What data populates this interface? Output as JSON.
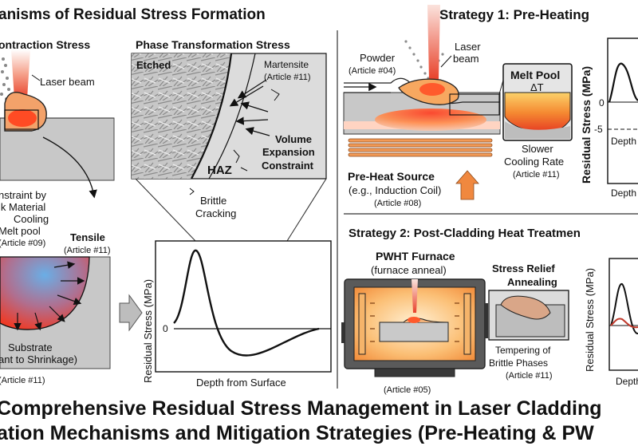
{
  "left_panel": {
    "title": "anisms of Residual Stress Formation",
    "thermal": {
      "subtitle": "ontraction Stress",
      "laser_label": "Laser beam",
      "constraint_lines": [
        "nstraint by",
        "lk Material",
        "Cooling",
        "Melt pool"
      ],
      "constraint_ref": "(Article #09)",
      "tensile_label": "Tensile",
      "tensile_ref": "(Article #11)",
      "substrate_lines": [
        "Substrate",
        "ant to Shrinkage)"
      ],
      "bottom_ref": "(Article #11)"
    },
    "phase": {
      "subtitle": "Phase Transformation Stress",
      "etched_label": "Etched",
      "martensite_label": "Martensite",
      "martensite_ref": "(Article #11)",
      "volume_lines": [
        "Volume",
        "Expansion",
        "Constraint"
      ],
      "haz_label": "HAZ",
      "brittle_lines": [
        "Brittle",
        "Cracking"
      ]
    },
    "plot": {
      "ylabel": "Residual Stress (MPa)",
      "xlabel": "Depth from Surface",
      "zero_label": "0"
    }
  },
  "strategy1": {
    "title": "Strategy 1: Pre-Heating",
    "powder_label": "Powder",
    "powder_ref": "(Article #04)",
    "laser_lines": [
      "Laser",
      "beam"
    ],
    "meltpool_title": "Melt Pool",
    "delta_t": "ΔT",
    "cooling_lines": [
      "Slower",
      "Cooling Rate"
    ],
    "cooling_ref": "(Article #11)",
    "preheat_label": "Pre-Heat Source",
    "preheat_example": "(e.g., Induction Coil)",
    "preheat_ref": "(Article #08)",
    "plot": {
      "ylabel": "Residual Stress (MPa)",
      "tick0": "0",
      "tick_neg": "-5",
      "xlabel_partial": "Depth",
      "xlabel_partial2": "Depth"
    }
  },
  "strategy2": {
    "title": "Strategy 2: Post-Cladding Heat Treatmen",
    "furnace_title": "PWHT Furnace",
    "furnace_subtitle": "(furnace anneal)",
    "furnace_ref": "(Article #05)",
    "relief_lines": [
      "Stress Relief",
      "Annealing"
    ],
    "temper_lines": [
      "Tempering of",
      "Brittle Phases"
    ],
    "temper_ref": "(Article #11)",
    "plot": {
      "ylabel": "Residual Stress (MPa)",
      "xlabel_partial": "Depth"
    }
  },
  "footer": {
    "line1": "Comprehensive Residual Stress Management in Laser Cladding",
    "line2": "ation Mechanisms and Mitigation Strategies (Pre-Heating & PW"
  },
  "colors": {
    "ink": "#111111",
    "hot": "#e8412a",
    "orange": "#f39a3a",
    "gray": "#c9c9c9",
    "blue": "#5fa8e0",
    "red_curve": "#c0392b"
  }
}
